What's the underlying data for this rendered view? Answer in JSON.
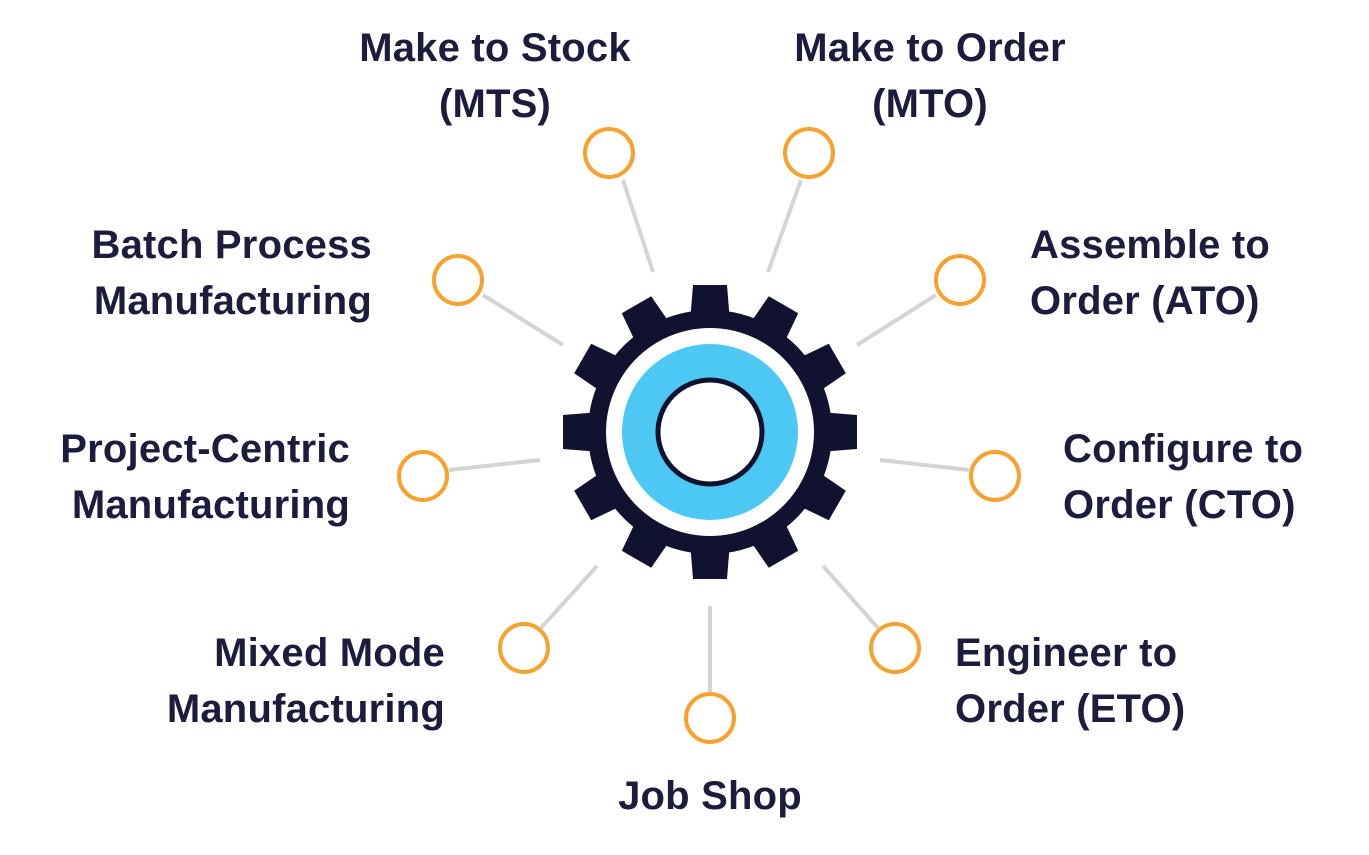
{
  "colors": {
    "gear": "#111130",
    "ring": "#4dc8f5",
    "node_stroke": "#f7a12f",
    "connector": "#d4d4d4",
    "text": "#1c1c3c"
  },
  "center_icon": "gear-icon",
  "items": [
    {
      "line1": "Make to Stock",
      "line2": "(MTS)"
    },
    {
      "line1": "Make to Order",
      "line2": "(MTO)"
    },
    {
      "line1": "Batch Process",
      "line2": "Manufacturing"
    },
    {
      "line1": "Assemble to",
      "line2": "Order (ATO)"
    },
    {
      "line1": "Project-Centric",
      "line2": "Manufacturing"
    },
    {
      "line1": "Configure to",
      "line2": "Order (CTO)"
    },
    {
      "line1": "Mixed Mode",
      "line2": "Manufacturing"
    },
    {
      "line1": "Engineer to",
      "line2": "Order (ETO)"
    },
    {
      "line1": "Job Shop",
      "line2": ""
    }
  ]
}
